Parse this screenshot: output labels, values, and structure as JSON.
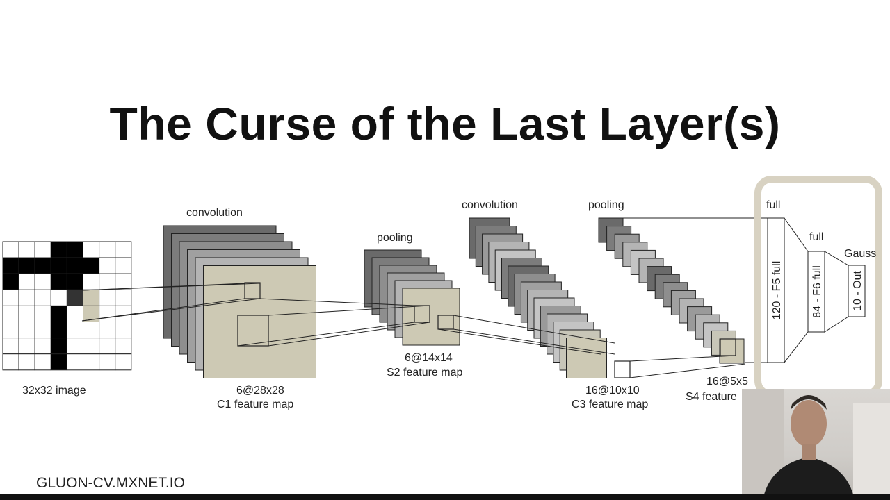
{
  "slide": {
    "title": "The Curse of the Last Layer(s)",
    "footer_url": "GLUON-CV.MXNET.IO"
  },
  "diagram": {
    "labels": {
      "input_caption": "32x32 image",
      "c1_top": "convolution",
      "c1_size": "6@28x28",
      "c1_name": "C1 feature map",
      "s2_top": "pooling",
      "s2_size": "6@14x14",
      "s2_name": "S2 feature map",
      "c3_top": "convolution",
      "c3_size": "16@10x10",
      "c3_name": "C3 feature map",
      "s4_top": "pooling",
      "s4_size": "16@5x5",
      "s4_name": "S4 feature",
      "f5_top": "full",
      "f5_name": "120 - F5 full",
      "f6_top": "full",
      "f6_name": "84 - F6 full",
      "out_top": "Gauss",
      "out_name": "10 - Out"
    },
    "colors": {
      "accent_fill": "#cdc9b4",
      "dark_fill": "#6a6a6a",
      "highlight_border": "#d8d2c2"
    }
  }
}
